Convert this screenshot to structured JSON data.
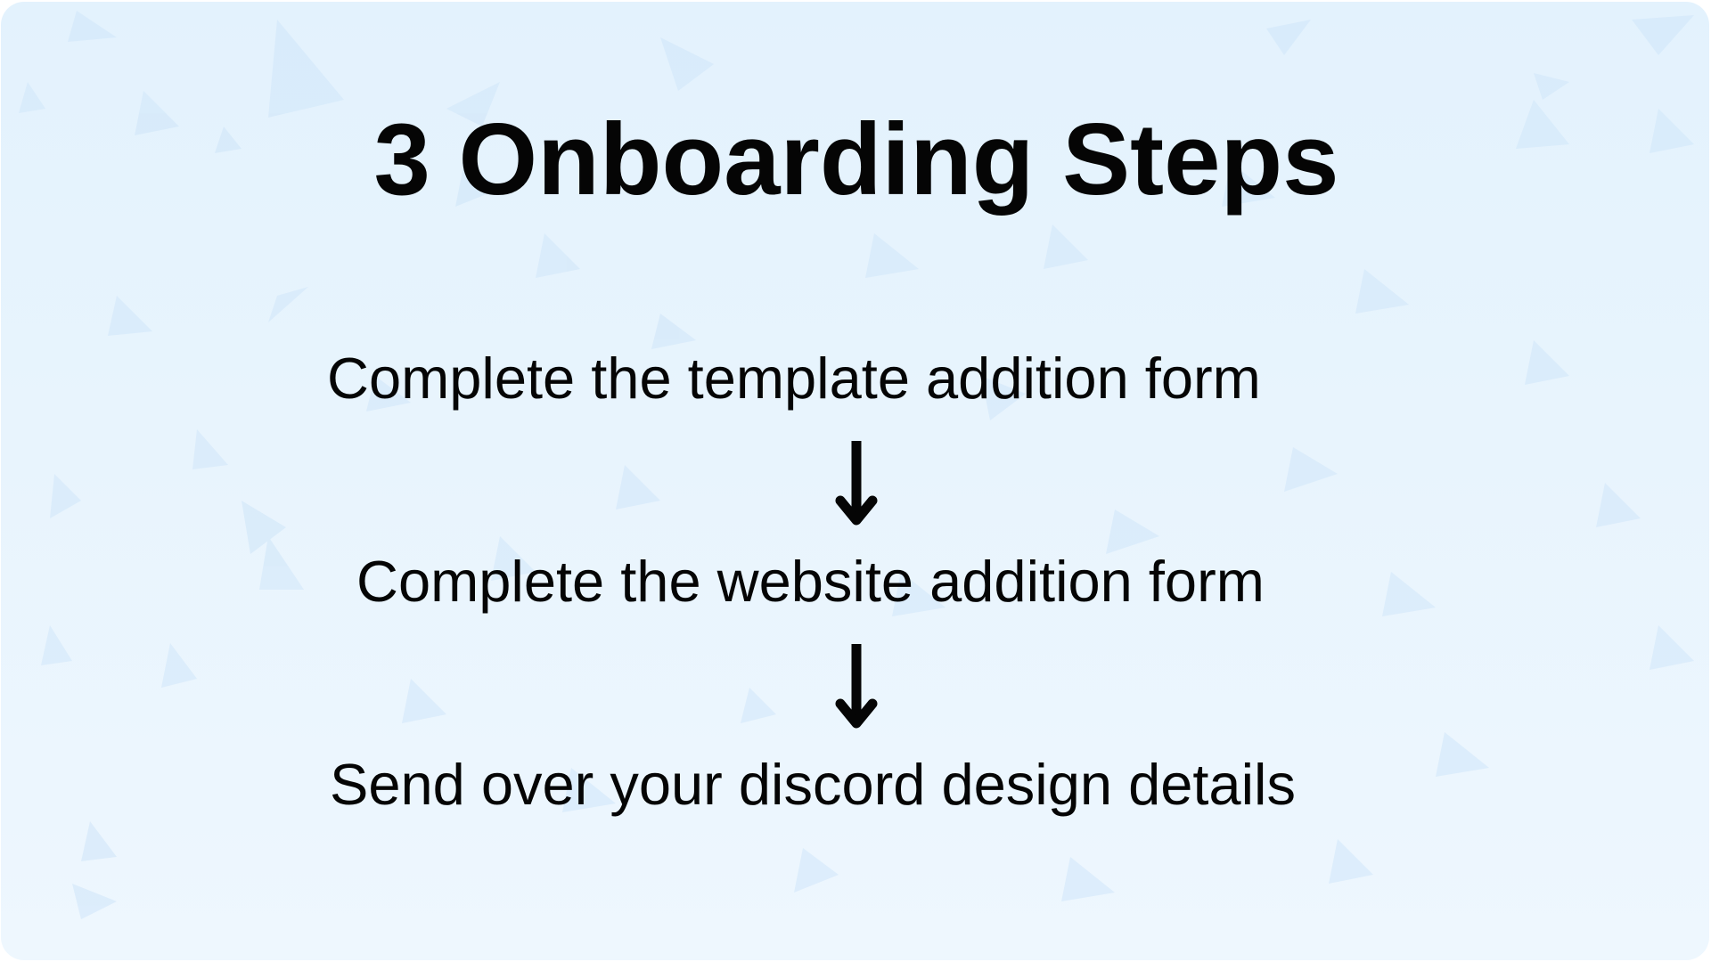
{
  "slide": {
    "title": "3 Onboarding Steps",
    "steps": [
      {
        "label": "Complete the template addition form"
      },
      {
        "label": "Complete the website addition form"
      },
      {
        "label": "Send over your discord design details"
      }
    ],
    "connector_icon": "arrow-down-icon"
  },
  "colors": {
    "background_top": "#e3f2fd",
    "background_bottom": "#eef7fe",
    "text": "#050505",
    "shape_accent": "#cfe6fa"
  }
}
